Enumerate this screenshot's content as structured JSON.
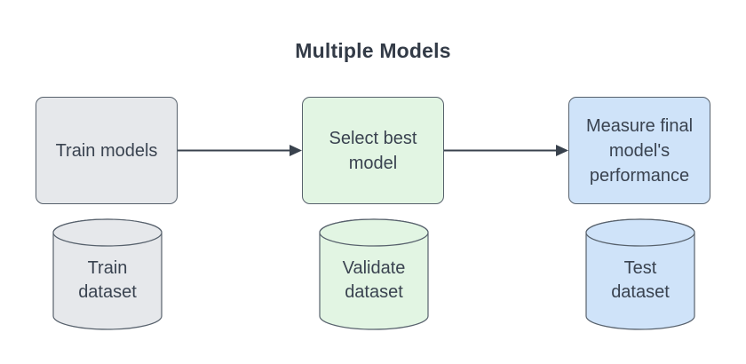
{
  "title": "Multiple Models",
  "process_nodes": [
    {
      "id": "train-models",
      "label": "Train models",
      "fill": "#e6e8eb"
    },
    {
      "id": "select-best-model",
      "label": "Select best\nmodel",
      "fill": "#e2f5e3"
    },
    {
      "id": "measure-performance",
      "label": "Measure final\nmodel's\nperformance",
      "fill": "#cfe3f9"
    }
  ],
  "dataset_nodes": [
    {
      "id": "train-dataset",
      "label": "Train\ndataset",
      "fill": "#e6e8eb"
    },
    {
      "id": "validate-dataset",
      "label": "Validate\ndataset",
      "fill": "#e2f5e3"
    },
    {
      "id": "test-dataset",
      "label": "Test\ndataset",
      "fill": "#cfe3f9"
    }
  ],
  "connectors": [
    {
      "from": "train-models",
      "to": "select-best-model"
    },
    {
      "from": "select-best-model",
      "to": "measure-performance"
    }
  ],
  "colors": {
    "background": "#ffffff",
    "text": "#3a4350",
    "title_text": "#333b47",
    "shape_stroke": "#57616c",
    "arrow": "#39424d",
    "gray_fill": "#e6e8eb",
    "green_fill": "#e2f5e3",
    "blue_fill": "#cfe3f9"
  }
}
